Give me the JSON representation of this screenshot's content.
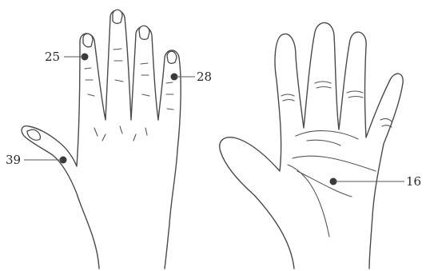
{
  "figure": {
    "points": [
      {
        "id": "25",
        "label": "25"
      },
      {
        "id": "28",
        "label": "28"
      },
      {
        "id": "39",
        "label": "39"
      },
      {
        "id": "16",
        "label": "16"
      }
    ],
    "colors": {
      "line": "#4a4a4a",
      "point": "#3a3a3a",
      "background": "#ffffff"
    }
  }
}
